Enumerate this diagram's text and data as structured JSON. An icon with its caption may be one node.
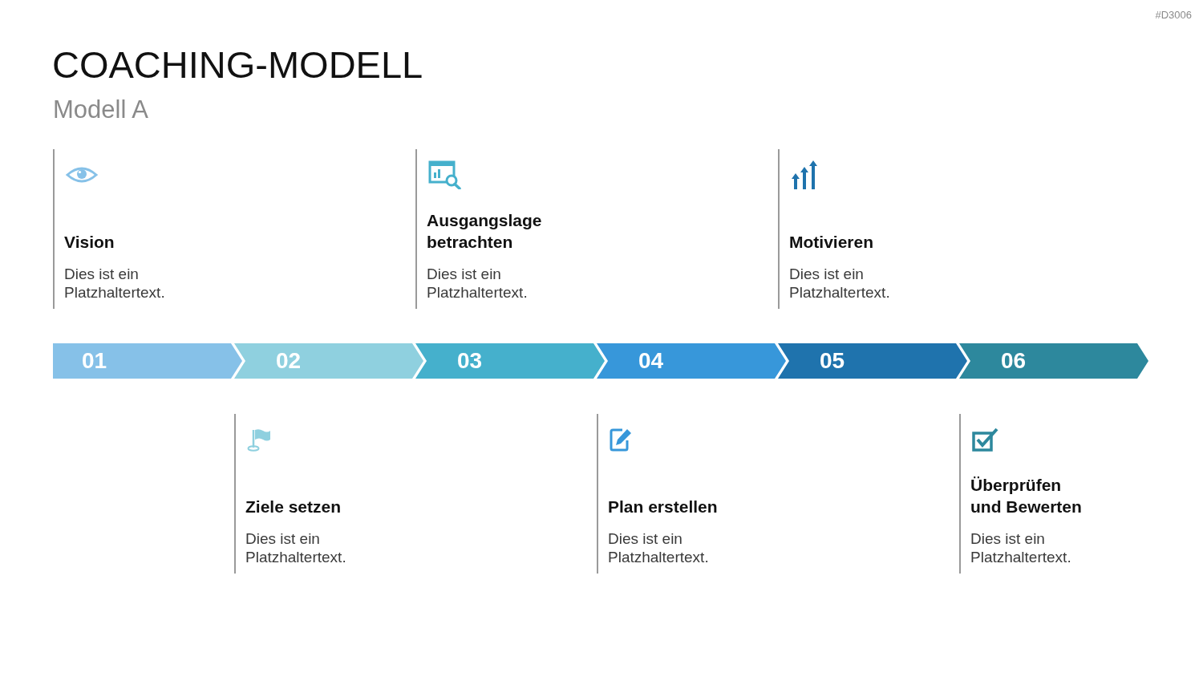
{
  "diagram": {
    "title": "COACHING-MODELL",
    "nodes": [
      {
        "text": [
          "Vision",
          "Dies ist ein Platzhaltertext."
        ]
      },
      {
        "text": [
          "Ausgangslage betrachten",
          "Dies ist ein Platzhaltertext."
        ]
      },
      {
        "text": [
          "Motivieren",
          "Dies ist ein Platzhaltertext."
        ]
      },
      {
        "text": [
          "01"
        ]
      },
      {
        "text": [
          "02"
        ]
      },
      {
        "text": [
          "03"
        ]
      },
      {
        "text": [
          "04"
        ]
      },
      {
        "text": [
          "05"
        ]
      },
      {
        "text": [
          "06"
        ]
      },
      {
        "text": [
          "Ziele setzen",
          "Dies ist ein Platzhaltertext."
        ]
      },
      {
        "text": [
          "Plan erstellen",
          "Dies ist ein Platzhaltertext."
        ]
      },
      {
        "text": [
          "Überprüfen und Bewerten",
          "Dies ist ein Platzhaltertext."
        ]
      }
    ],
    "labels": [
      "#D3006",
      "Modell A"
    ]
  }
}
